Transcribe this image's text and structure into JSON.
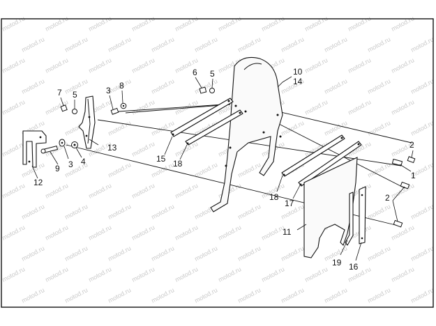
{
  "callouts": [
    {
      "id": "c1",
      "text": "1"
    },
    {
      "id": "c2a",
      "text": "2"
    },
    {
      "id": "c2b",
      "text": "2"
    },
    {
      "id": "c3a",
      "text": "3"
    },
    {
      "id": "c3b",
      "text": "3"
    },
    {
      "id": "c4",
      "text": "4"
    },
    {
      "id": "c5a",
      "text": "5"
    },
    {
      "id": "c5b",
      "text": "5"
    },
    {
      "id": "c6",
      "text": "6"
    },
    {
      "id": "c7",
      "text": "7"
    },
    {
      "id": "c8",
      "text": "8"
    },
    {
      "id": "c9",
      "text": "9"
    },
    {
      "id": "c10",
      "text": "10"
    },
    {
      "id": "c11",
      "text": "11"
    },
    {
      "id": "c12",
      "text": "12"
    },
    {
      "id": "c13",
      "text": "13"
    },
    {
      "id": "c14",
      "text": "14"
    },
    {
      "id": "c15",
      "text": "15"
    },
    {
      "id": "c16",
      "text": "16"
    },
    {
      "id": "c17",
      "text": "17"
    },
    {
      "id": "c18a",
      "text": "18"
    },
    {
      "id": "c18b",
      "text": "18"
    },
    {
      "id": "c19",
      "text": "19"
    }
  ],
  "watermark": "motod.ru"
}
